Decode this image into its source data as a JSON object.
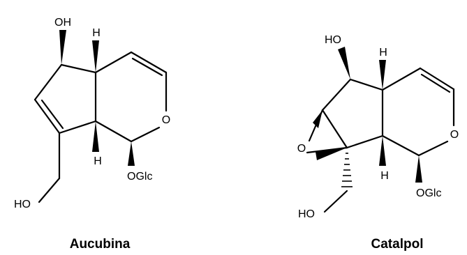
{
  "molecules": [
    {
      "name": "Aucubina",
      "labels": {
        "oh_top": "OH",
        "h_top": "H",
        "ring_o": "O",
        "h_bottom": "H",
        "oglc": "OGlc",
        "ho": "HO"
      }
    },
    {
      "name": "Catalpol",
      "labels": {
        "ho_top": "HO",
        "h_top": "H",
        "ring_o": "O",
        "epoxide_o": "O",
        "h_bottom": "H",
        "oglc": "OGlc",
        "ho": "HO"
      }
    }
  ],
  "colors": {
    "ink": "#000000",
    "background": "#ffffff"
  }
}
